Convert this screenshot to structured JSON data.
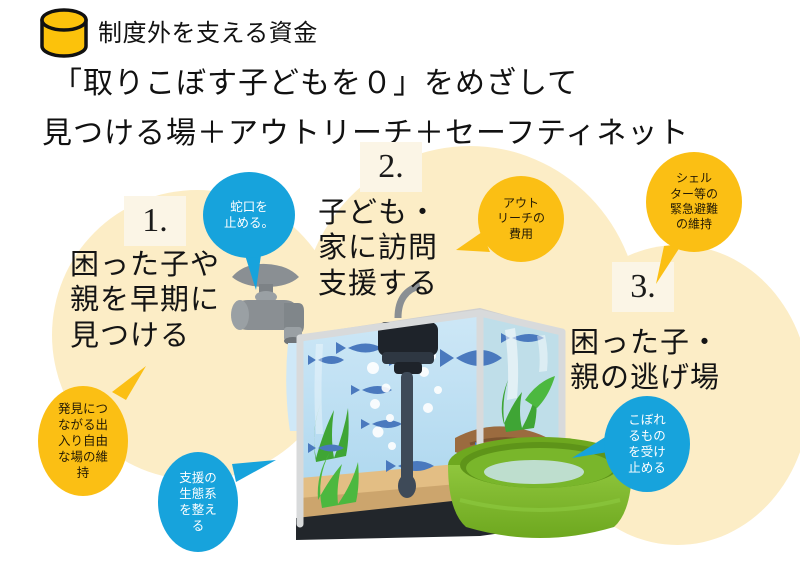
{
  "header": {
    "fund_icon": "coin-cylinder-icon",
    "fund_label": "制度外を支える資金",
    "headline_line1": "「取りこぼす子どもを０」をめざして",
    "headline_line2": "見つける場＋アウトリーチ＋セーフティネット"
  },
  "sections": [
    {
      "number": "1.",
      "title": "困った子や\n親を早期に\n見つける"
    },
    {
      "number": "2.",
      "title": "子ども・\n家に訪問\n支援する"
    },
    {
      "number": "3.",
      "title": "困った子・\n親の逃げ場"
    }
  ],
  "callouts": [
    {
      "id": "tap-stop",
      "text": "蛇口を\n止める。",
      "color": "#17A3DC",
      "style": "blue"
    },
    {
      "id": "outreach-cost",
      "text": "アウト\nリーチの\n費用",
      "color": "#FBBF14",
      "style": "orange"
    },
    {
      "id": "shelter-cost",
      "text": "シェル\nター等の\n緊急避難\nの維持",
      "color": "#FBBF14",
      "style": "orange"
    },
    {
      "id": "open-place",
      "text": "発見につ\nながる出\n入り自由\nな場の維\n持",
      "color": "#FBBF14",
      "style": "orange"
    },
    {
      "id": "eco-system",
      "text": "支援の\n生態系\nを整え\nる",
      "color": "#17A3DC",
      "style": "blue"
    },
    {
      "id": "catch-spill",
      "text": "こぼれ\nるもの\nを受け\n止める",
      "color": "#17A3DC",
      "style": "blue"
    }
  ],
  "illustration": {
    "name": "aquarium-with-faucet-and-basin",
    "parts": [
      "faucet",
      "water-stream",
      "fish-tank",
      "fish",
      "plants",
      "gravel",
      "filter-pump",
      "green-basin",
      "overflow-water"
    ]
  },
  "palette": {
    "beige_blob": "#FCEDC6",
    "number_chip": "#FBF5E6",
    "orange": "#FBBF14",
    "blue": "#17A3DC",
    "text_dark": "#141414",
    "tank_water": "#BEE0F2",
    "basin_green": "#7EBB2B",
    "gravel_sand": "#E3BE84"
  }
}
